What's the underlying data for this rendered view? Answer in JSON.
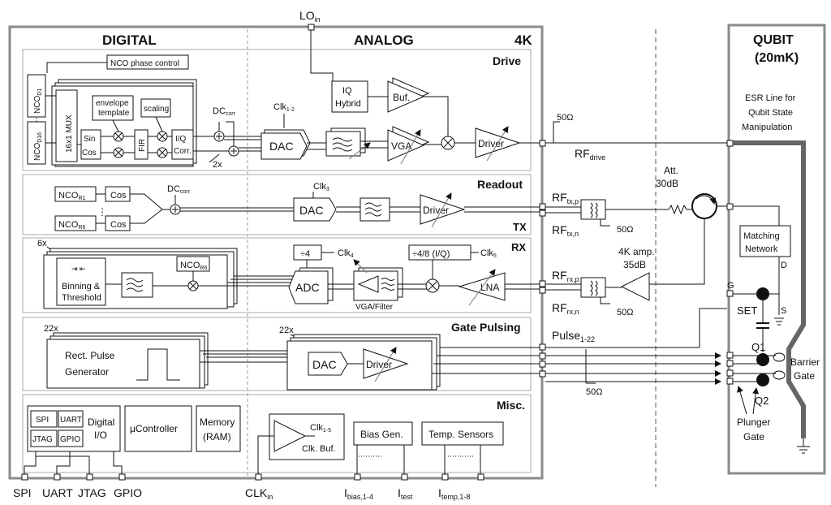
{
  "sections": {
    "digital": "DIGITAL",
    "analog": "ANALOG",
    "temp_4k": "4K",
    "qubit": "QUBIT",
    "qubit_temp": "(20mK)",
    "drive": "Drive",
    "readout": "Readout",
    "tx": "TX",
    "rx": "RX",
    "gate_pulsing": "Gate Pulsing",
    "misc": "Misc."
  },
  "drive": {
    "lo": "LO",
    "lo_sub": "in",
    "nco_phase": "NCO phase control",
    "nco_d1": "NCO",
    "nco_d1_sub": "D1",
    "nco_d16": "NCO",
    "nco_d16_sub": "D16",
    "mux": "16x1 MUX",
    "sin": "Sin",
    "cos": "Cos",
    "envelope_1": "envelope",
    "envelope_2": "template",
    "scaling": "scaling",
    "fir": "FIR",
    "iq_corr_1": "I/Q",
    "iq_corr_2": "Corr.",
    "dc_corr": "DC",
    "dc_corr_sub": "corr",
    "x2": "2x",
    "clk": "Clk",
    "clk_sub": "1-2",
    "dac": "DAC",
    "iq_hybrid_1": "IQ",
    "iq_hybrid_2": "Hybrid",
    "buf": "Buf.",
    "vga": "VGA",
    "driver": "Driver",
    "ohm": "50Ω",
    "rf_drive": "RF",
    "rf_drive_sub": "drive"
  },
  "readout": {
    "nco_r1": "NCO",
    "nco_r1_sub": "R1",
    "nco_r6": "NCO",
    "nco_r6_sub": "R6",
    "cos": "Cos",
    "dots": "⋮",
    "dc_corr": "DC",
    "dc_corr_sub": "corr",
    "clk3": "Clk",
    "clk3_sub": "3",
    "dac": "DAC",
    "driver": "Driver",
    "rf_txp": "RF",
    "rf_txp_sub": "tx,p",
    "rf_txn": "RF",
    "rf_txn_sub": "tx,n",
    "ohm_tx": "50Ω",
    "att_1": "Att.",
    "att_2": "30dB"
  },
  "rx": {
    "x6": "6x",
    "nco_r6": "NCO",
    "nco_r6_sub": "R6",
    "binning_1": "Binning &",
    "binning_2": "Threshold",
    "div4": "÷4",
    "clk4": "Clk",
    "clk4_sub": "4",
    "div48": "÷4/8 (I/Q)",
    "clk5": "Clk",
    "clk5_sub": "5",
    "adc": "ADC",
    "vga_filter": "VGA/Filter",
    "lna": "LNA",
    "rf_rxp": "RF",
    "rf_rxp_sub": "rx,p",
    "rf_rxn": "RF",
    "rf_rxn_sub": "rx,n",
    "ohm_rx": "50Ω",
    "amp_1": "4K amp.",
    "amp_2": "35dB"
  },
  "gate": {
    "x22a": "22x",
    "x22b": "22x",
    "rect_1": "Rect. Pulse",
    "rect_2": "Generator",
    "dac": "DAC",
    "driver": "Driver",
    "pulse": "Pulse",
    "pulse_sub": "1-22",
    "ohm": "50Ω"
  },
  "misc": {
    "spi": "SPI",
    "uart": "UART",
    "jtag": "JTAG",
    "gpio": "GPIO",
    "digital_io_1": "Digital",
    "digital_io_2": "I/O",
    "ucontroller": "μController",
    "memory_1": "Memory",
    "memory_2": "(RAM)",
    "clk15": "Clk",
    "clk15_sub": "1-5",
    "clk_buf": "Clk. Buf.",
    "bias_gen": "Bias Gen.",
    "temp_sensors": "Temp. Sensors"
  },
  "qubit": {
    "esr_1": "ESR Line for",
    "esr_2": "Qubit State",
    "esr_3": "Manipulation",
    "matching_1": "Matching",
    "matching_2": "Network",
    "d": "D",
    "g": "G",
    "s": "S",
    "set": "SET",
    "q1": "Q1",
    "q2": "Q2",
    "barrier_1": "Barrier",
    "barrier_2": "Gate",
    "plunger_1": "Plunger",
    "plunger_2": "Gate"
  },
  "pins": {
    "spi": "SPI",
    "uart": "UART",
    "jtag": "JTAG",
    "gpio": "GPIO",
    "clk_in": "CLK",
    "clk_in_sub": "in",
    "ibias": "I",
    "ibias_sub": "bias,1-4",
    "itest": "I",
    "itest_sub": "test",
    "itemp": "I",
    "itemp_sub": "temp,1-8"
  },
  "colors": {
    "frame": "#8a8a8a",
    "line": "#111111"
  }
}
